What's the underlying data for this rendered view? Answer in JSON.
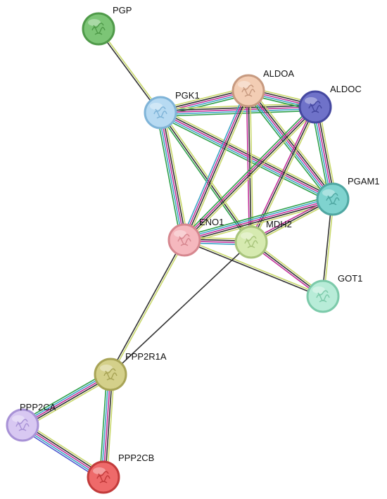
{
  "network": {
    "nodes": [
      {
        "id": "PGP",
        "label": "PGP",
        "color": "#7cc576",
        "ring": "#4f9a49"
      },
      {
        "id": "ALDOA",
        "label": "ALDOA",
        "color": "#f3cdb4",
        "ring": "#c79a80"
      },
      {
        "id": "ALDOC",
        "label": "ALDOC",
        "color": "#6f72c9",
        "ring": "#4548a0"
      },
      {
        "id": "PGK1",
        "label": "PGK1",
        "color": "#b7daf2",
        "ring": "#7fb4d8"
      },
      {
        "id": "PGAM1",
        "label": "PGAM1",
        "color": "#7fd3cf",
        "ring": "#4fa7a2"
      },
      {
        "id": "ENO1",
        "label": "ENO1",
        "color": "#f5b8be",
        "ring": "#d6878f"
      },
      {
        "id": "MDH2",
        "label": "MDH2",
        "color": "#d6eab0",
        "ring": "#a9c57c"
      },
      {
        "id": "GOT1",
        "label": "GOT1",
        "color": "#b8ecd8",
        "ring": "#7ccaaa"
      },
      {
        "id": "PPP2R1A",
        "label": "PPP2R1A",
        "color": "#d4d08a",
        "ring": "#a8a456"
      },
      {
        "id": "PPP2CA",
        "label": "PPP2CA",
        "color": "#d8c8f2",
        "ring": "#a892d6"
      },
      {
        "id": "PPP2CB",
        "label": "PPP2CB",
        "color": "#ee6a6a",
        "ring": "#c23b3b"
      }
    ],
    "edges": [
      {
        "source": "PGP",
        "target": "PGK1",
        "evidence": [
          "#c8d86a",
          "#333333"
        ]
      },
      {
        "source": "PGK1",
        "target": "ALDOA",
        "evidence": [
          "#c8d86a",
          "#333333",
          "#c2309a",
          "#3da5c6",
          "#2fa14b"
        ]
      },
      {
        "source": "PGK1",
        "target": "ALDOC",
        "evidence": [
          "#c8d86a",
          "#333333",
          "#c2309a",
          "#3da5c6",
          "#2fa14b"
        ]
      },
      {
        "source": "ALDOA",
        "target": "ALDOC",
        "evidence": [
          "#c8d86a",
          "#333333",
          "#c2309a",
          "#3da5c6",
          "#2fa14b"
        ]
      },
      {
        "source": "PGK1",
        "target": "PGAM1",
        "evidence": [
          "#c8d86a",
          "#333333",
          "#c2309a",
          "#3da5c6",
          "#2fa14b"
        ]
      },
      {
        "source": "PGK1",
        "target": "ENO1",
        "evidence": [
          "#c8d86a",
          "#333333",
          "#c2309a",
          "#3da5c6",
          "#2fa14b"
        ]
      },
      {
        "source": "PGK1",
        "target": "MDH2",
        "evidence": [
          "#c8d86a",
          "#333333",
          "#2fa14b"
        ]
      },
      {
        "source": "ALDOA",
        "target": "PGAM1",
        "evidence": [
          "#c8d86a",
          "#333333",
          "#c2309a",
          "#3da5c6",
          "#2fa14b"
        ]
      },
      {
        "source": "ALDOA",
        "target": "ENO1",
        "evidence": [
          "#c8d86a",
          "#333333",
          "#c2309a",
          "#3da5c6"
        ]
      },
      {
        "source": "ALDOA",
        "target": "MDH2",
        "evidence": [
          "#c8d86a",
          "#333333",
          "#c2309a"
        ]
      },
      {
        "source": "ALDOC",
        "target": "PGAM1",
        "evidence": [
          "#c8d86a",
          "#333333",
          "#c2309a",
          "#3da5c6",
          "#2fa14b"
        ]
      },
      {
        "source": "ALDOC",
        "target": "ENO1",
        "evidence": [
          "#c8d86a",
          "#333333",
          "#c2309a",
          "#2fa14b"
        ]
      },
      {
        "source": "ALDOC",
        "target": "MDH2",
        "evidence": [
          "#c8d86a",
          "#333333",
          "#c2309a"
        ]
      },
      {
        "source": "PGAM1",
        "target": "ENO1",
        "evidence": [
          "#c8d86a",
          "#333333",
          "#c2309a",
          "#3da5c6",
          "#2fa14b"
        ]
      },
      {
        "source": "PGAM1",
        "target": "MDH2",
        "evidence": [
          "#c8d86a",
          "#333333",
          "#c2309a"
        ]
      },
      {
        "source": "PGAM1",
        "target": "GOT1",
        "evidence": [
          "#c8d86a",
          "#333333"
        ]
      },
      {
        "source": "ENO1",
        "target": "MDH2",
        "evidence": [
          "#c8d86a",
          "#333333",
          "#c2309a",
          "#3da5c6"
        ]
      },
      {
        "source": "ENO1",
        "target": "GOT1",
        "evidence": [
          "#c8d86a",
          "#333333"
        ]
      },
      {
        "source": "MDH2",
        "target": "GOT1",
        "evidence": [
          "#c8d86a",
          "#333333",
          "#c2309a"
        ]
      },
      {
        "source": "ENO1",
        "target": "PPP2R1A",
        "evidence": [
          "#c8d86a",
          "#333333"
        ]
      },
      {
        "source": "MDH2",
        "target": "PPP2R1A",
        "evidence": [
          "#333333"
        ]
      },
      {
        "source": "PPP2R1A",
        "target": "PPP2CA",
        "evidence": [
          "#c8d86a",
          "#333333",
          "#c2309a",
          "#3da5c6",
          "#2fa14b"
        ]
      },
      {
        "source": "PPP2R1A",
        "target": "PPP2CB",
        "evidence": [
          "#c8d86a",
          "#333333",
          "#c2309a",
          "#3da5c6",
          "#2fa14b"
        ]
      },
      {
        "source": "PPP2CA",
        "target": "PPP2CB",
        "evidence": [
          "#c8d86a",
          "#333333",
          "#c2309a",
          "#3da5c6",
          "#4f5ad0"
        ]
      }
    ]
  }
}
